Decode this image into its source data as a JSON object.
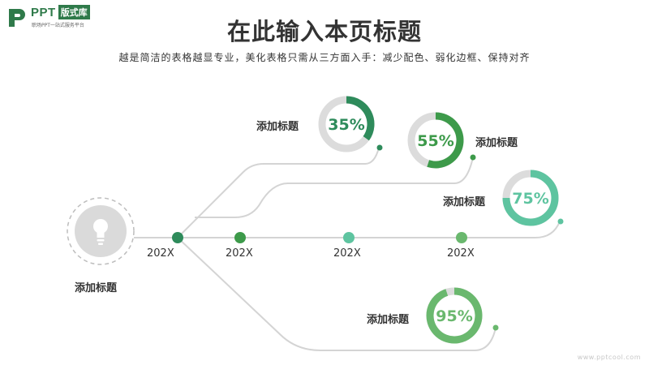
{
  "logo": {
    "text": "PPT",
    "badge": "版式库",
    "subtitle": "职场PPT一站式服务平台"
  },
  "header": {
    "title": "在此输入本页标题",
    "subtitle": "越是简洁的表格越显专业，美化表格只需从三方面入手：减少配色、弱化边框、保持对齐"
  },
  "hub": {
    "icon": "lightbulb-icon",
    "label": "添加标题"
  },
  "timeline": {
    "years": [
      "202X",
      "202X",
      "202X",
      "202X"
    ],
    "dot_colors": [
      "#2e8b5b",
      "#3d9a4a",
      "#5ec4a0",
      "#6ab86e"
    ]
  },
  "gauges": [
    {
      "value": 35,
      "display": "35%",
      "label": "添加标题",
      "color": "#2e8b5b",
      "track": "#dcdcdc"
    },
    {
      "value": 55,
      "display": "55%",
      "label": "添加标题",
      "color": "#3d9a4a",
      "track": "#dcdcdc"
    },
    {
      "value": 75,
      "display": "75%",
      "label": "添加标题",
      "color": "#5ec4a0",
      "track": "#dcdcdc"
    },
    {
      "value": 95,
      "display": "95%",
      "label": "添加标题",
      "color": "#6ab86e",
      "track": "#dcdcdc"
    }
  ],
  "watermark": "www.pptcool.com"
}
